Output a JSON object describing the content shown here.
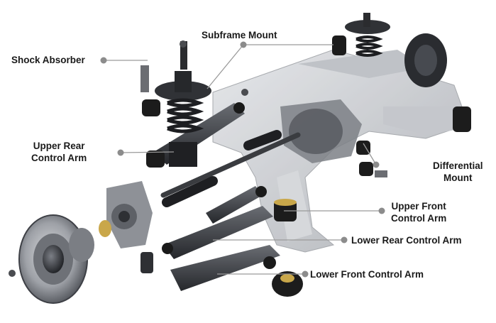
{
  "labels": {
    "subframe_mount": "Subframe Mount",
    "shock_absorber": "Shock Absorber",
    "upper_rear_control_arm": [
      "Upper Rear",
      "Control Arm"
    ],
    "differential_mount": [
      "Differential",
      "Mount"
    ],
    "upper_front_control_arm": [
      "Upper Front",
      "Control Arm"
    ],
    "lower_rear_control_arm": "Lower Rear Control Arm",
    "lower_front_control_arm": "Lower Front Control Arm"
  },
  "colors": {
    "leader": "#9a9a9a",
    "dot": "#8c8c8c",
    "subframe": "#c9cbcf",
    "metal_dark": "#2d2f33",
    "metal_mid": "#5b5e64",
    "rubber": "#1c1c1c",
    "brass": "#c9a74a"
  }
}
